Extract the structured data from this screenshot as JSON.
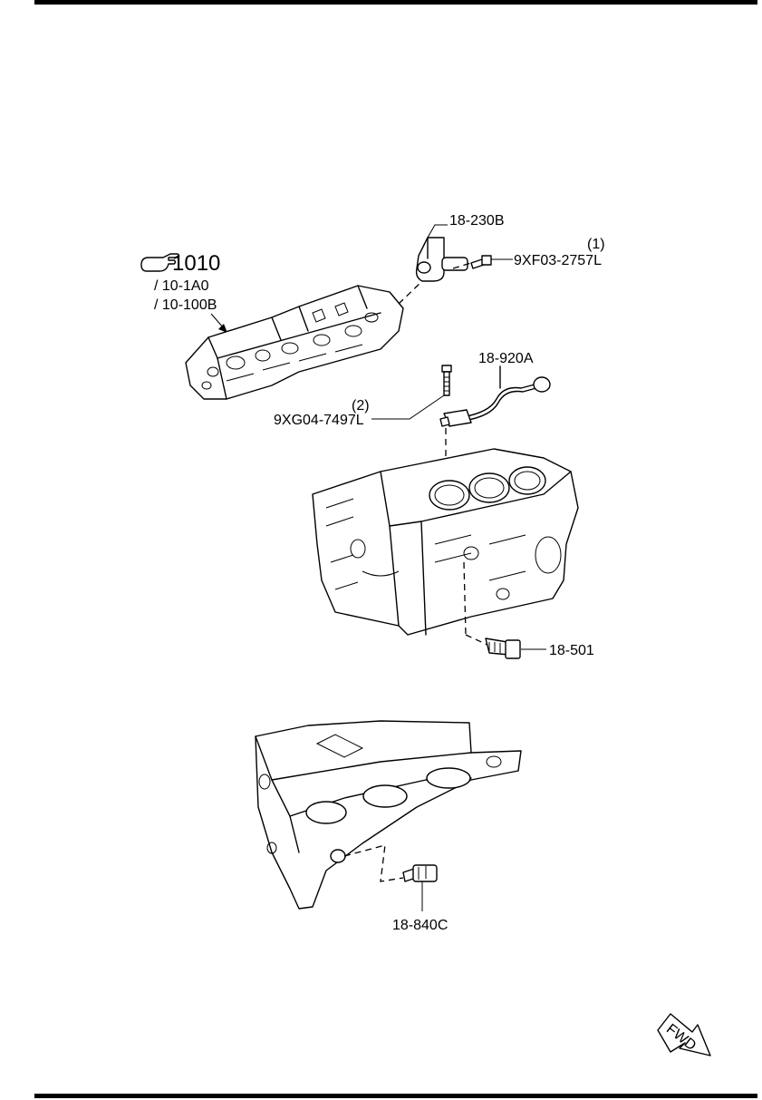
{
  "labels": {
    "ref_main": "1010",
    "ref_sub1": "/ 10-1A0",
    "ref_sub2": "/ 10-100B",
    "part_18_230B": "18-230B",
    "bolt1_index": "(1)",
    "bolt1_code": "9XF03-2757L",
    "part_18_920A": "18-920A",
    "bolt2_index": "(2)",
    "bolt2_code": "9XG04-7497L",
    "part_18_501": "18-501",
    "part_18_840C": "18-840C",
    "fwd": "FWD"
  },
  "icons": {
    "reference": "pointing-hand-icon",
    "direction": "fwd-arrow-icon"
  }
}
